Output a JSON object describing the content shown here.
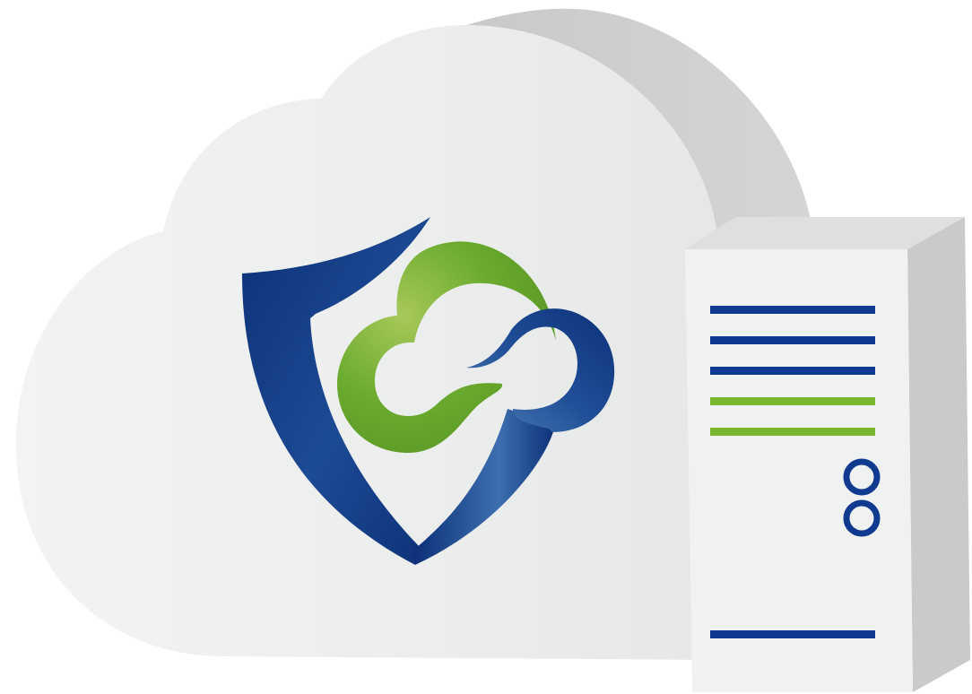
{
  "illustration": {
    "logo_icon": "shield-cloud-logo",
    "cloud_icon": "cloud-icon",
    "server_icon": "server-tower-icon"
  },
  "colors": {
    "cloud_face": "#eeeff0",
    "cloud_side": "#cfd0d0",
    "server_front": "#f0f1f1",
    "server_side": "#c9caca",
    "server_top": "#dedfdf",
    "brand_blue": "#0d3178",
    "brand_blue_light": "#4f80b8",
    "brand_green": "#6aab2e",
    "brand_green_light": "#a8c85a",
    "server_line_blue": "#0f3a8f",
    "server_line_green": "#7ab62f"
  },
  "server": {
    "stripes": [
      "blue",
      "blue",
      "blue",
      "green",
      "green"
    ],
    "indicator_count": 2,
    "bottom_stripe": "blue"
  }
}
